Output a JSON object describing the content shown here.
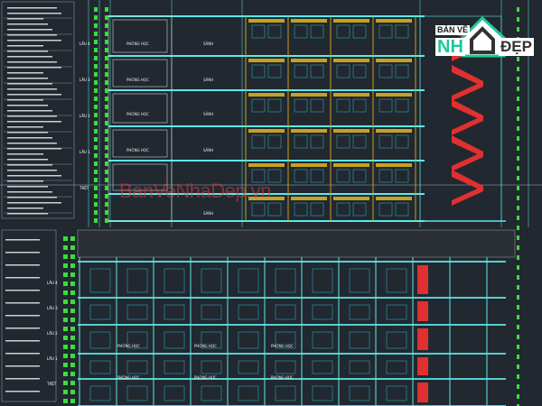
{
  "drawing": {
    "colors": {
      "background": "#212830",
      "slab": "#5ee8e8",
      "dimension": "#3ddc3d",
      "wall": "#d0d0d0",
      "stair": "#e03030",
      "hatch": "#c8a020",
      "window": "#2aa3b8"
    },
    "level_labels": [
      "LẦU 4",
      "LẦU 3",
      "LẦU 2",
      "LẦU 1",
      "TRỆT"
    ],
    "room_labels": [
      "PHÒNG HỌC",
      "SẢNH"
    ]
  },
  "watermark": "BanVeNhaDep.vn",
  "logo": {
    "line1": "BẢN VẼ",
    "line2": "NH",
    "line3": "ĐẸP"
  }
}
